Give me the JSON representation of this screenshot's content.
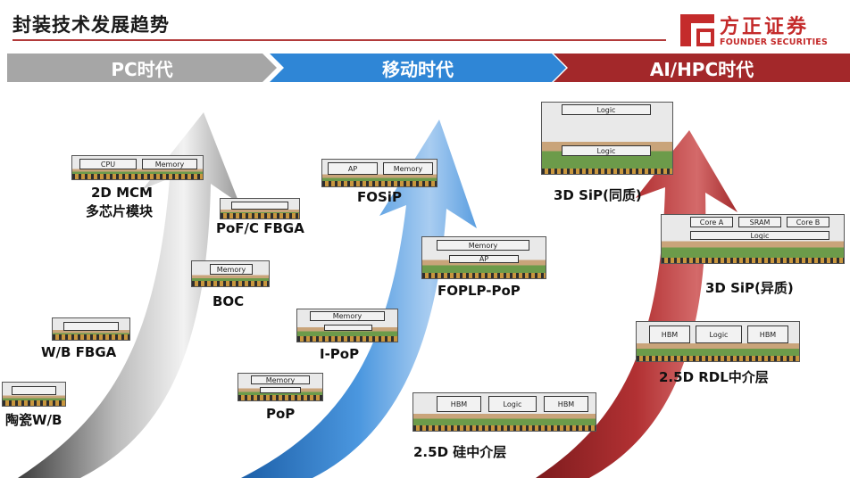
{
  "title": "封装技术发展趋势",
  "logo": {
    "cn": "方正证券",
    "en": "FOUNDER SECURITIES"
  },
  "eras": [
    "PC时代",
    "移动时代",
    "AI/HPC时代"
  ],
  "colors": {
    "pc": "#a6a6a6",
    "mobile": "#2f86d6",
    "ai": "#a3282a",
    "accent": "#c42b2b"
  },
  "pc_packages": [
    "陶瓷W/B",
    "W/B FBGA",
    "BOC",
    "PoF/C FBGA",
    "2D MCM",
    "多芯片模块"
  ],
  "mobile_packages": [
    "PoP",
    "I-PoP",
    "FOPLP-PoP",
    "FOSiP"
  ],
  "ai_packages": [
    "2.5D 硅中介层",
    "2.5D RDL中介层",
    "3D SiP(异质)",
    "3D SiP(同质)"
  ],
  "die_labels": {
    "cpu": "CPU",
    "memory": "Memory",
    "ap": "AP",
    "logic": "Logic",
    "hbm": "HBM",
    "sram": "SRAM",
    "core_a": "Core A",
    "core_b": "Core B"
  }
}
